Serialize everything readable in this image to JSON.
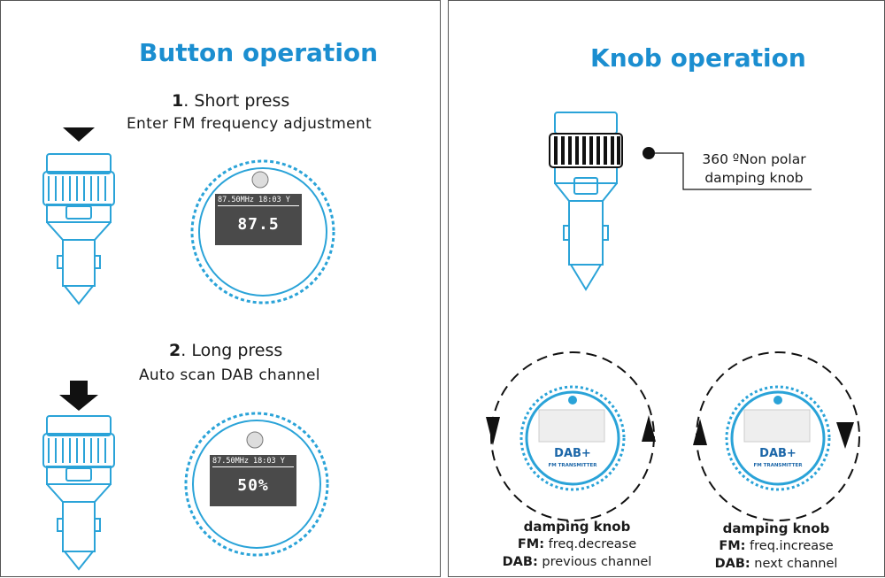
{
  "left": {
    "title": "Button operation",
    "step1": {
      "num": "1",
      "label": ". Short press",
      "desc": "Enter FM frequency adjustment",
      "lcd_status": "87.50MHz  18:03  Y",
      "lcd_value": "87.5"
    },
    "step2": {
      "num": "2",
      "label": ". Long press",
      "desc": "Auto scan DAB channel",
      "lcd_status": "87.50MHz  18:03  Y",
      "lcd_value": "50%"
    }
  },
  "right": {
    "title": "Knob operation",
    "knob_callout": [
      "360 ºNon polar",
      "damping knob"
    ],
    "dial_brand": "DAB+",
    "dial_sub": "FM TRANSMITTER",
    "left_caption": {
      "title": "damping knob",
      "fm_key": "FM:",
      "fm_val": " freq.decrease",
      "dab_key": "DAB:",
      "dab_val": " previous channel"
    },
    "right_caption": {
      "title": "damping knob",
      "fm_key": "FM:",
      "fm_val": "  freq.increase",
      "dab_key": "DAB:",
      "dab_val": " next channel"
    }
  },
  "colors": {
    "accent": "#1b8ed0",
    "device_outline": "#2aa3d8",
    "lcd": "#4a4a4a",
    "arrow": "#111111"
  }
}
